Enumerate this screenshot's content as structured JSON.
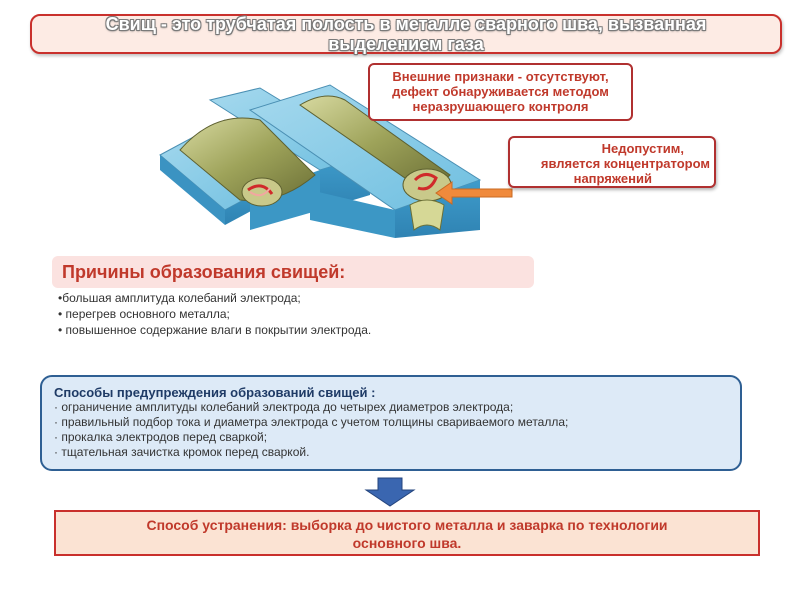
{
  "title": {
    "line1": "Свищ - это трубчатая полость в металле сварного шва, вызванная",
    "line2": "выделением газа"
  },
  "callouts": {
    "external": [
      "Внешние признаки - отсутствуют,",
      "дефект обнаруживается методом",
      "неразрушающего  контроля"
    ],
    "unacceptable": [
      "Недопустим,",
      "является  концентратором",
      "напряжений"
    ]
  },
  "causes": {
    "heading": "Причины образования свищей:",
    "items": [
      "•большая амплитуда колебаний электрода;",
      "• перегрев основного металла;",
      "• повышенное содержание влаги в покрытии электрода."
    ]
  },
  "prevention": {
    "heading": "Способы предупреждения образований свищей :",
    "items": [
      "· ограничение амплитуды колебаний электрода до четырех диаметров электрода;",
      "· правильный подбор тока и диаметра электрода с учетом толщины свариваемого металла;",
      "·    прокалка электродов перед сваркой;",
      "·    тщательная зачистка кромок перед сваркой."
    ]
  },
  "fix": {
    "line1": "Способ устранения: выборка до чистого металла и заварка по технологии",
    "line2": "основного шва."
  },
  "colors": {
    "accent_red": "#c0392b",
    "steel_blue": "#5fb0d6",
    "weld_olive": "#9aa256",
    "arrow_orange": "#f08a3c",
    "down_arrow_blue": "#3a66b0"
  }
}
